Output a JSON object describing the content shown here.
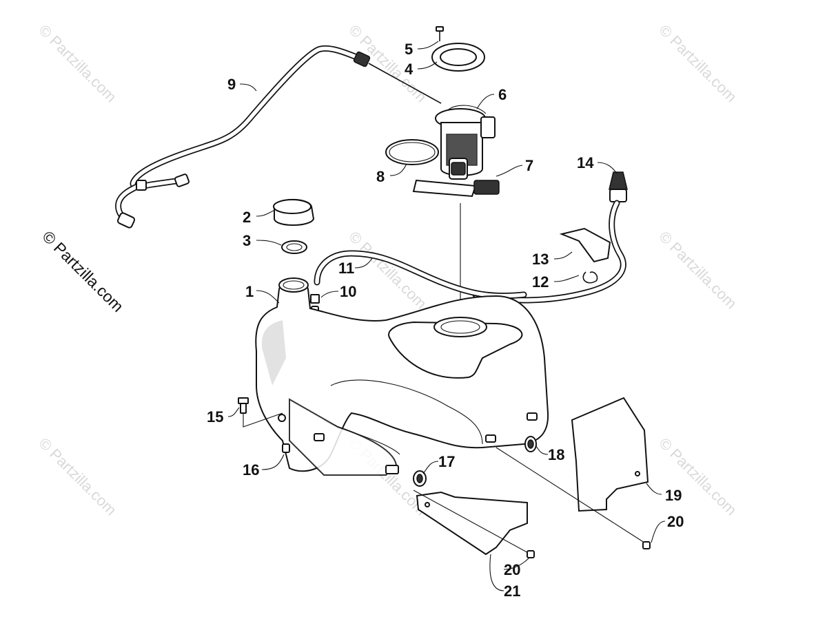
{
  "watermark_text": "© Partzilla.com",
  "side_copyright": "© Partzilla.com",
  "callouts": [
    "1",
    "2",
    "3",
    "4",
    "5",
    "6",
    "7",
    "8",
    "9",
    "10",
    "11",
    "12",
    "13",
    "14",
    "15",
    "16",
    "17",
    "18",
    "19",
    "20",
    "20",
    "21"
  ]
}
